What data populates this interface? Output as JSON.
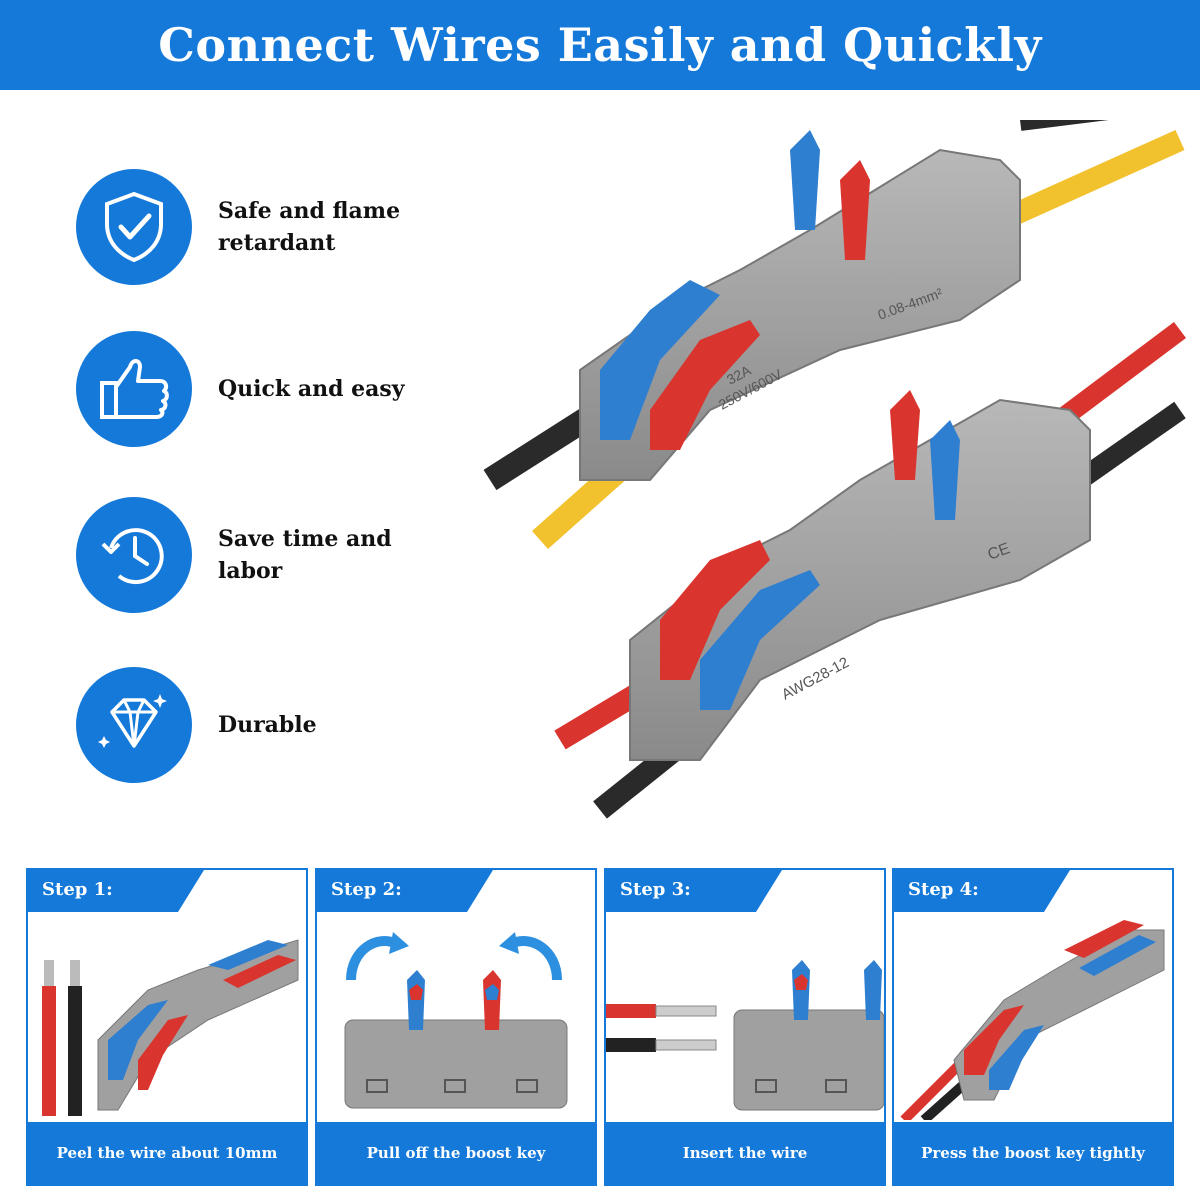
{
  "banner": {
    "title": "Connect Wires Easily and Quickly"
  },
  "features": [
    {
      "icon": "shield-check-icon",
      "label": "Safe and flame retardant"
    },
    {
      "icon": "thumbs-up-icon",
      "label": "Quick and easy"
    },
    {
      "icon": "clock-history-icon",
      "label": "Save time and labor"
    },
    {
      "icon": "diamond-icon",
      "label": "Durable"
    }
  ],
  "connector_markings": {
    "top": {
      "rating": "32A",
      "voltage": "250V/600V",
      "range": "0.08-4mm²"
    },
    "bottom": {
      "awg": "AWG28-12",
      "mark": "CE"
    }
  },
  "steps": [
    {
      "label": "Step 1:",
      "caption": "Peel the wire about 10mm"
    },
    {
      "label": "Step 2:",
      "caption": "Pull off the boost key"
    },
    {
      "label": "Step 3:",
      "caption": "Insert the wire"
    },
    {
      "label": "Step 4:",
      "caption": "Press the boost key tightly"
    }
  ],
  "colors": {
    "brand_blue": "#1479d9",
    "lever_blue": "#2f7fd1",
    "lever_red": "#d9342e",
    "housing_gray": "#9a9a9a"
  }
}
